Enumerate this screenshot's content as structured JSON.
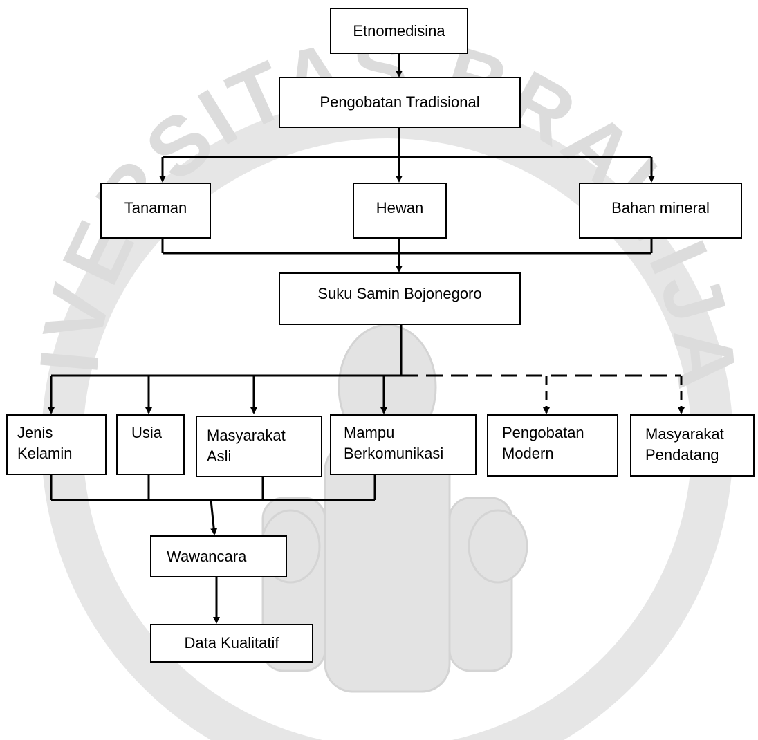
{
  "watermark": {
    "text": "UNIVERSITAS BRAWIJAYA",
    "color": "#d9d9d9"
  },
  "diagram": {
    "nodes": {
      "etnomedisina": "Etnomedisina",
      "pengobatan_tradisional": "Pengobatan Tradisional",
      "tanaman": "Tanaman",
      "hewan": "Hewan",
      "bahan_mineral": "Bahan mineral",
      "suku_samin": "Suku Samin Bojonegoro",
      "jenis_kelamin": "Jenis\nKelamin",
      "usia": "Usia",
      "masyarakat_asli": "Masyarakat\nAsli",
      "mampu_berkomunikasi": "Mampu\nBerkomunikasi",
      "pengobatan_modern": "Pengobatan\nModern",
      "masyarakat_pendatang": "Masyarakat\nPendatang",
      "wawancara": "Wawancara",
      "data_kualitatif": "Data Kualitatif"
    },
    "edges": [
      {
        "from": "Etnomedisina",
        "to": "Pengobatan Tradisional",
        "style": "solid"
      },
      {
        "from": "Pengobatan Tradisional",
        "to": "Tanaman",
        "style": "solid"
      },
      {
        "from": "Pengobatan Tradisional",
        "to": "Hewan",
        "style": "solid"
      },
      {
        "from": "Pengobatan Tradisional",
        "to": "Bahan mineral",
        "style": "solid"
      },
      {
        "from": "Tanaman, Hewan, Bahan mineral",
        "to": "Suku Samin Bojonegoro",
        "style": "solid"
      },
      {
        "from": "Suku Samin Bojonegoro",
        "to": "Jenis Kelamin",
        "style": "solid"
      },
      {
        "from": "Suku Samin Bojonegoro",
        "to": "Usia",
        "style": "solid"
      },
      {
        "from": "Suku Samin Bojonegoro",
        "to": "Masyarakat Asli",
        "style": "solid"
      },
      {
        "from": "Suku Samin Bojonegoro",
        "to": "Mampu Berkomunikasi",
        "style": "solid"
      },
      {
        "from": "Suku Samin Bojonegoro",
        "to": "Pengobatan Modern",
        "style": "dashed"
      },
      {
        "from": "Suku Samin Bojonegoro",
        "to": "Masyarakat Pendatang",
        "style": "dashed"
      },
      {
        "from": "Jenis Kelamin, Usia, Masyarakat Asli, Mampu Berkomunikasi",
        "to": "Wawancara",
        "style": "solid"
      },
      {
        "from": "Wawancara",
        "to": "Data Kualitatif",
        "style": "solid"
      }
    ]
  }
}
